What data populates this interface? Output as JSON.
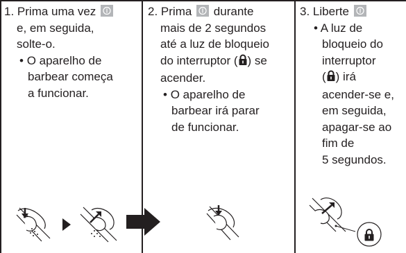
{
  "steps": [
    {
      "number": "1.",
      "text_before": "Prima uma vez",
      "line2": "e, em seguida,",
      "line3": "solte-o.",
      "note_bullet": "•",
      "note_lines": [
        "O aparelho de",
        "barbear começa",
        "a funcionar."
      ]
    },
    {
      "number": "2.",
      "word1": "Prima",
      "word2": "durante",
      "line2": "mais de 2 segundos",
      "line3": "até a luz de bloqueio",
      "line4_before": "do interruptor (",
      "line4_after": ") se",
      "line5": "acender.",
      "note_bullet": "•",
      "note_lines": [
        "O aparelho de",
        "barbear irá parar",
        "de funcionar."
      ]
    },
    {
      "number": "3.",
      "text_before": "Liberte",
      "note_bullet": "•",
      "note_lines": [
        "A luz de",
        "bloqueio do",
        "interruptor"
      ],
      "note_lock_before": "(",
      "note_lock_after": ") irá",
      "note_lines2": [
        "acender-se e,",
        "em seguida,",
        "apagar-se ao",
        "fim de",
        "5 segundos."
      ]
    }
  ],
  "icons": {
    "power_button": "power-button-icon",
    "lock": "lock-icon",
    "arrow": "arrow-right-icon"
  },
  "colors": {
    "text": "#231f20",
    "button_fill": "#b3b5b8"
  }
}
